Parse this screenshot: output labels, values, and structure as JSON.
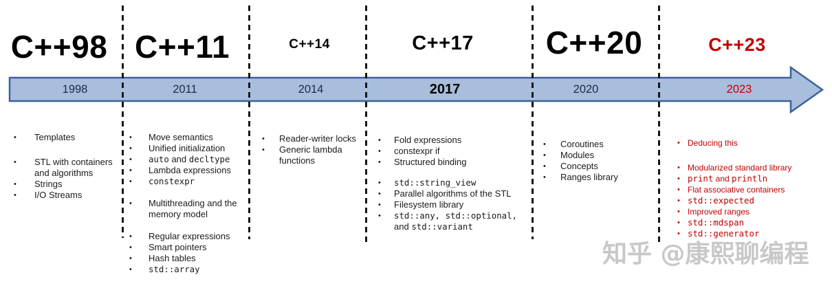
{
  "watermark": {
    "text": "知乎 @康熙聊编程"
  },
  "colors": {
    "accent_red": "#c00000",
    "arrow_fill": "#a8bedc",
    "arrow_border": "#3c619b",
    "year_text": "#1b2b45",
    "feature_text": "#1a1a1a",
    "separator": "#161616",
    "watermark_gray": "#c8c8c8"
  },
  "timeline": {
    "direction": "left-to-right",
    "arrow_icon": "right-arrow"
  },
  "sections": [
    {
      "title": "C++98",
      "year": "1998",
      "features": [
        [
          "Templates"
        ],
        [
          "STL with containers and algorithms",
          "Strings",
          "I/O Streams"
        ]
      ]
    },
    {
      "title": "C++11",
      "year": "2011",
      "features": [
        [
          "Move semantics",
          "Unified initialization",
          "`auto` and `decltype`",
          "Lambda expressions",
          "`constexpr`"
        ],
        [
          "Multithreading and the memory model"
        ],
        [
          "Regular expressions",
          "Smart pointers",
          "Hash tables",
          "`std::array`"
        ]
      ]
    },
    {
      "title": "C++14",
      "year": "2014",
      "features": [
        [
          "Reader-writer locks",
          "Generic lambda functions"
        ]
      ]
    },
    {
      "title": "C++17",
      "year": "2017",
      "features": [
        [
          "Fold expressions",
          "constexpr if",
          "Structured binding"
        ],
        [
          "`std::string_view`",
          "Parallel algorithms of the STL",
          "Filesystem library",
          "`std::any, std::optional,` and `std::variant`"
        ]
      ]
    },
    {
      "title": "C++20",
      "year": "2020",
      "features": [
        [
          "Coroutines",
          "Modules",
          "Concepts",
          "Ranges library"
        ]
      ]
    },
    {
      "title": "C++23",
      "year": "2023",
      "features": [
        [
          "Deducing this"
        ],
        [
          "Modularized standard library",
          "`print` and `println`",
          "Flat associative containers",
          "`std::expected`",
          "Improved ranges",
          "`std::mdspan`",
          "`std::generator`"
        ]
      ]
    }
  ]
}
